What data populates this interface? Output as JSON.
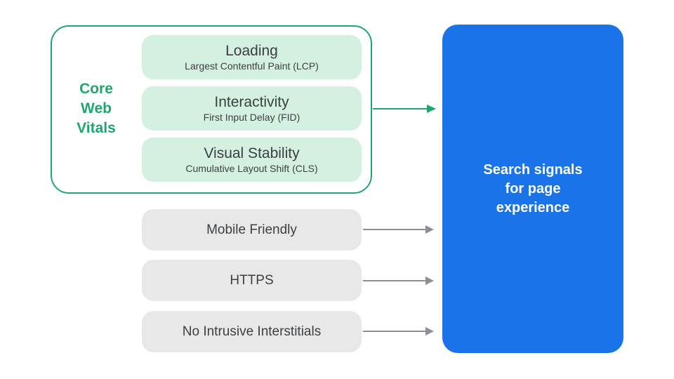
{
  "colors": {
    "green": "#20A56F",
    "green_light": "#D4F0E0",
    "gray_box": "#E8E8E8",
    "arrow_gray": "#8A9095",
    "text_dark": "#3C4043",
    "blue": "#1A73E8",
    "white": "#FFFFFF"
  },
  "core_web_vitals": {
    "label": "Core\nWeb\nVitals",
    "items": [
      {
        "title": "Loading",
        "subtitle": "Largest Contentful Paint (LCP)"
      },
      {
        "title": "Interactivity",
        "subtitle": "First Input Delay (FID)"
      },
      {
        "title": "Visual Stability",
        "subtitle": "Cumulative Layout Shift (CLS)"
      }
    ]
  },
  "other_signals": [
    {
      "label": "Mobile Friendly"
    },
    {
      "label": "HTTPS"
    },
    {
      "label": "No Intrusive Interstitials"
    }
  ],
  "result_box": {
    "label": "Search signals\nfor page\nexperience"
  }
}
